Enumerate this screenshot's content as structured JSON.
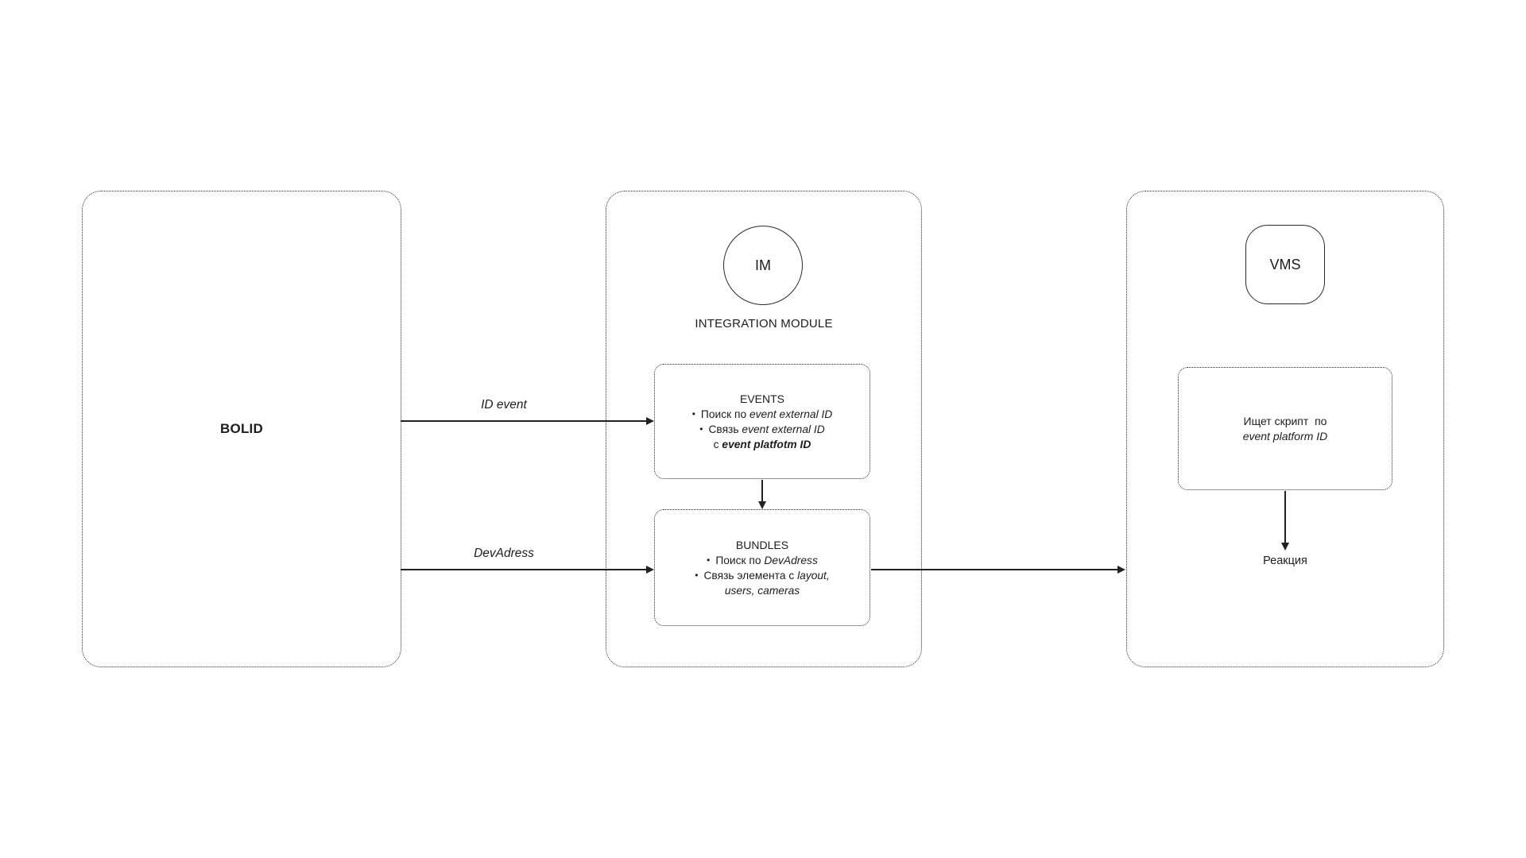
{
  "colors": {
    "background": "#ffffff",
    "stroke": "#212121",
    "text": "#1d1d1d"
  },
  "bolid": {
    "label": "BOLID"
  },
  "integration": {
    "circle_label": "IM",
    "caption": "INTEGRATION MODULE",
    "events": {
      "title": "EVENTS",
      "b1_bullet": "•",
      "b1_text": "Поиск по ",
      "b1_italic": "event external ID",
      "b2_bullet": "•",
      "b2_text": "Связь ",
      "b2_italic": "event external ID",
      "b3_text": "с ",
      "b3_bold_italic": "event platfotm ID"
    },
    "bundles": {
      "title": "BUNDLES",
      "b1_bullet": "•",
      "b1_text": "Поиск по ",
      "b1_italic": "DevAdress",
      "b2_bullet": "•",
      "b2_text": "Связь элемента с ",
      "b2_italic": "layout,",
      "b3_italic": "users, cameras"
    }
  },
  "vms": {
    "badge_label": "VMS",
    "script_line1": "Ищет скрипт  по",
    "script_line2_italic": "event platform ID",
    "reaction": "Реакция"
  },
  "flow_labels": {
    "id_event": "ID event",
    "dev_adress": "DevAdress"
  }
}
